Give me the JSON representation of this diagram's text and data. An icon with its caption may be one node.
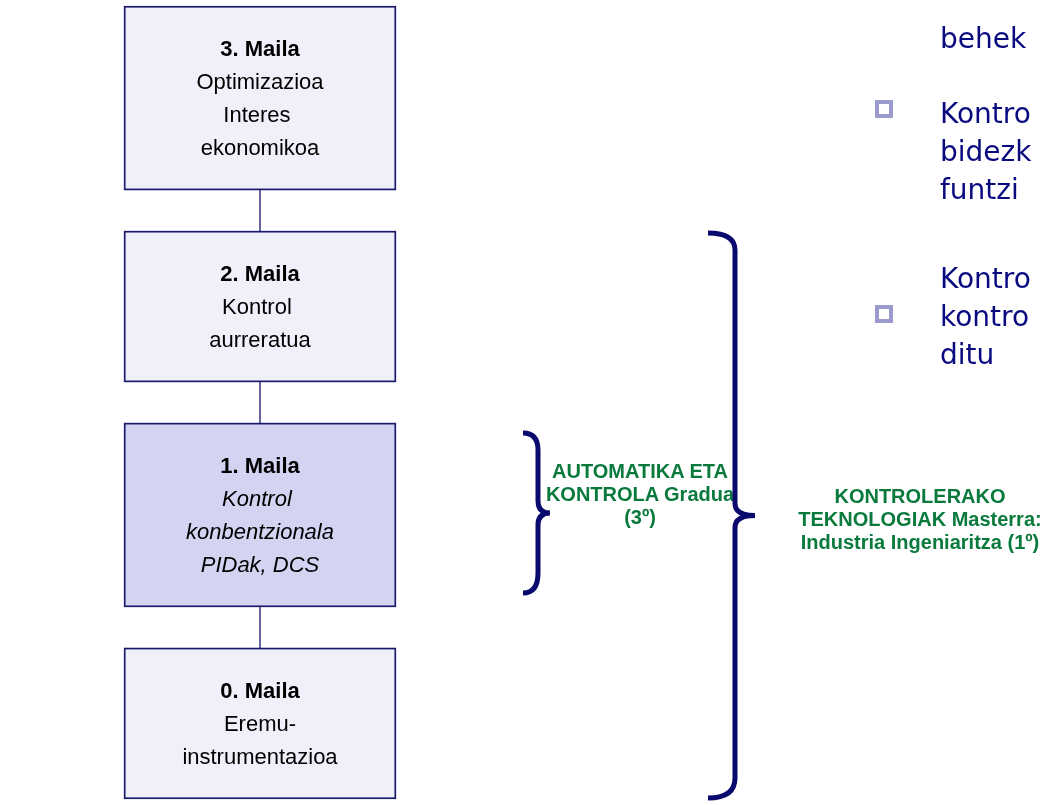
{
  "diagram": {
    "nodes": [
      {
        "text": [
          "3. Maila",
          "Optimizazioa",
          "Interes ekonomikoa"
        ]
      },
      {
        "text": [
          "2. Maila",
          "Kontrol aurreratua"
        ]
      },
      {
        "text": [
          "1. Maila",
          "Kontrol konbentzionala",
          "PIDak, DCS"
        ]
      },
      {
        "text": [
          "0. Maila",
          "Eremu-instrumentazioa"
        ]
      }
    ],
    "edges": [
      {
        "from": 0,
        "to": 1,
        "arrow": "none"
      },
      {
        "from": 1,
        "to": 2,
        "arrow": "none"
      },
      {
        "from": 2,
        "to": 3,
        "arrow": "none"
      }
    ],
    "labels": [
      "behek",
      "Kontro bidezk funtzi",
      "Kontro kontro ditu",
      "AUTOMATIKA ETA KONTROLA Gradua (3º)",
      "KONTROLERAKO TEKNOLOGIAK Masterra: Industria Ingeniaritza (1º)"
    ]
  }
}
